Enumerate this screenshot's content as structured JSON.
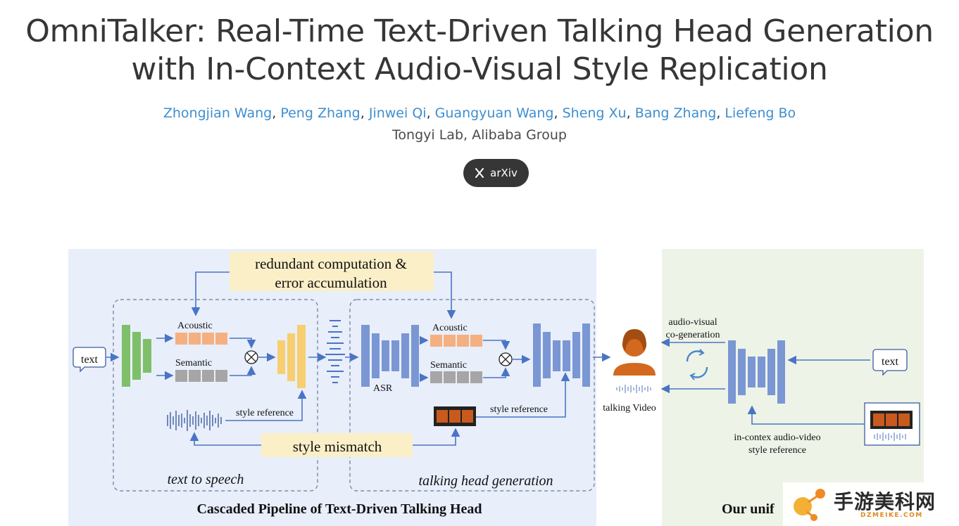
{
  "header": {
    "title_line1": "OmniTalker: Real-Time Text-Driven Talking Head Generation",
    "title_line2": "with In-Context Audio-Visual Style Replication",
    "authors": [
      "Zhongjian Wang",
      "Peng Zhang",
      "Jinwei Qi",
      "Guangyuan Wang",
      "Sheng Xu",
      "Bang Zhang",
      "Liefeng Bo"
    ],
    "affiliation": "Tongyi Lab, Alibaba Group",
    "arxiv_label": "arXiv"
  },
  "figure": {
    "redundant_line1": "redundant computation &",
    "redundant_line2": "error accumulation",
    "text_input": "text",
    "acoustic": "Acoustic",
    "semantic": "Semantic",
    "style_reference": "style reference",
    "style_mismatch": "style mismatch",
    "asr": "ASR",
    "text_to_speech": "text to speech",
    "talking_head_generation": "talking head generation",
    "talking_video": "talking Video",
    "audio_visual_line1": "audio-visual",
    "audio_visual_line2": "co-generation",
    "in_context_line1": "in-contex audio-video",
    "in_context_line2": "style reference",
    "cascaded_caption": "Cascaded Pipeline of Text-Driven Talking Head",
    "unified_caption": "Our unif"
  },
  "watermark": {
    "text": "手游美科网",
    "url": "DZMEIKE.COM"
  },
  "colors": {
    "left_panel_bg": "#e8eefa",
    "right_panel_bg": "#eef3e8",
    "arrow": "#4a74c4",
    "highlight": "#fbefc8",
    "person": "#d2691e"
  }
}
